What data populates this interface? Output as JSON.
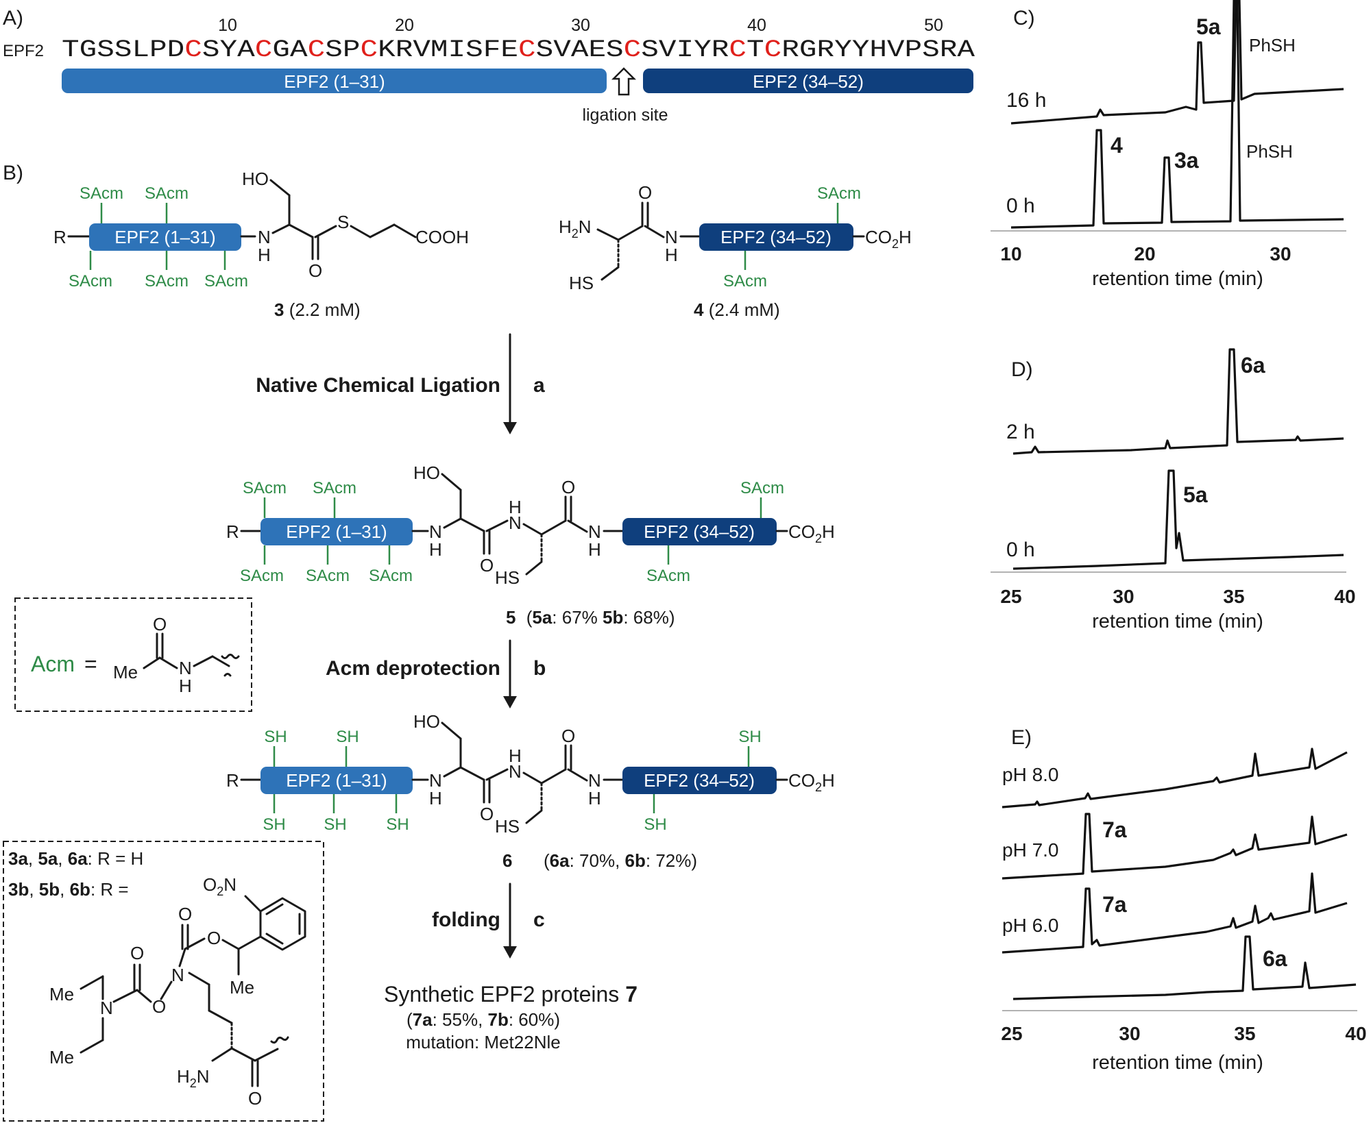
{
  "panels": {
    "A": "A)",
    "B": "B)",
    "C": "C)",
    "D": "D)",
    "E": "E)"
  },
  "panel_a": {
    "protein_label": "EPF2",
    "sequence_segments": [
      {
        "text": "TGSSLPD",
        "color": "black"
      },
      {
        "text": "C",
        "color": "red"
      },
      {
        "text": "SYA",
        "color": "black"
      },
      {
        "text": "C",
        "color": "red"
      },
      {
        "text": "GA",
        "color": "black"
      },
      {
        "text": "C",
        "color": "red"
      },
      {
        "text": "SP",
        "color": "black"
      },
      {
        "text": "C",
        "color": "red"
      },
      {
        "text": "KRVMISFE",
        "color": "black"
      },
      {
        "text": "C",
        "color": "red"
      },
      {
        "text": "SVAES",
        "color": "black"
      },
      {
        "text": "C",
        "color": "red"
      },
      {
        "text": "SVIYR",
        "color": "black"
      },
      {
        "text": "C",
        "color": "red"
      },
      {
        "text": "T",
        "color": "black"
      },
      {
        "text": "C",
        "color": "red"
      },
      {
        "text": "RGRYYHVPSRA",
        "color": "black"
      }
    ],
    "position_numbers": [
      "10",
      "20",
      "30",
      "40",
      "50"
    ],
    "bar_1_label": "EPF2 (1–31)",
    "bar_2_label": "EPF2 (34–52)",
    "ligation_site_label": "ligation site",
    "colors": {
      "bar_1": "#2e73b8",
      "bar_2": "#0f3f7d",
      "cysteine": "#e0201b",
      "protecting_group": "#2e8b47"
    }
  },
  "panel_b": {
    "fragment_1_box": "EPF2 (1–31)",
    "fragment_2_box": "EPF2 (34–52)",
    "r_label": "R",
    "sacm": "SAcm",
    "sh": "SH",
    "ho": "HO",
    "hs": "HS",
    "s_atom": "S",
    "o_atom": "O",
    "n_atom": "N",
    "h_atom": "H",
    "h2n_h": "H",
    "h2n_2": "2",
    "h2n_n": "N",
    "cooh": "COOH",
    "co2h_co": "CO",
    "co2h_2": "2",
    "co2h_h": "H",
    "compound_3_num": "3",
    "compound_3_conc": " (2.2 mM)",
    "compound_4_num": "4",
    "compound_4_conc": " (2.4 mM)",
    "step_a_label": "Native Chemical Ligation",
    "step_a_letter": "a",
    "compound_5_num": "5",
    "compound_5_open": " (",
    "compound_5_5a": "5a",
    "compound_5_5a_yield": ": 67% ",
    "compound_5_5b": "5b",
    "compound_5_5b_yield": ": 68%)",
    "step_b_label": "Acm deprotection",
    "step_b_letter": "b",
    "compound_6_num": "6",
    "compound_6_open": "(",
    "compound_6_6a": "6a",
    "compound_6_6a_yield": ": 70%, ",
    "compound_6_6b": "6b",
    "compound_6_6b_yield": ": 72%)",
    "step_c_label": "folding",
    "step_c_letter": "c",
    "product_text": "Synthetic EPF2 proteins ",
    "product_num": "7",
    "product_open": "(",
    "product_7a": "7a",
    "product_7a_yield": ": 55%, ",
    "product_7b": "7b",
    "product_7b_yield": ": 60%)",
    "mutation": "mutation: Met22Nle",
    "acm_box": {
      "acm": "Acm",
      "equals": "=",
      "me": "Me",
      "o": "O",
      "n": "N",
      "h": "H"
    },
    "r_box": {
      "line1_bold": "3a",
      "line1_sep1": ", ",
      "line1_bold2": "5a",
      "line1_sep2": ", ",
      "line1_bold3": "6a",
      "line1_rest": ": R = H",
      "line2_bold": "3b",
      "line2_sep1": ", ",
      "line2_bold2": "5b",
      "line2_sep2": ", ",
      "line2_bold3": "6b",
      "line2_rest": ": R =",
      "o2n_o": "O",
      "o2n_2": "2",
      "o2n_n": "N",
      "me": "Me",
      "o": "O",
      "n": "N",
      "h2n_h": "H",
      "h2n_2": "2",
      "h2n_n": "N"
    }
  },
  "panel_c": {
    "trace_top_label": "16 h",
    "trace_bottom_label": "0 h",
    "peak_5a": "5a",
    "peak_4": "4",
    "peak_3a": "3a",
    "phsh_top": "PhSH",
    "phsh_bottom": "PhSH",
    "x_ticks": [
      "10",
      "20",
      "30"
    ],
    "x_label": "retention time (min)"
  },
  "panel_d": {
    "trace_top_label": "2 h",
    "trace_bottom_label": "0 h",
    "peak_6a": "6a",
    "peak_5a": "5a",
    "x_ticks": [
      "25",
      "30",
      "35",
      "40"
    ],
    "x_label": "retention time (min)"
  },
  "panel_e": {
    "trace_1_label": "pH 8.0",
    "trace_2_label": "pH 7.0",
    "trace_3_label": "pH 6.0",
    "peak_7a_1": "7a",
    "peak_7a_2": "7a",
    "peak_6a": "6a",
    "x_ticks": [
      "25",
      "30",
      "35",
      "40"
    ],
    "x_label": "retention time (min)"
  }
}
